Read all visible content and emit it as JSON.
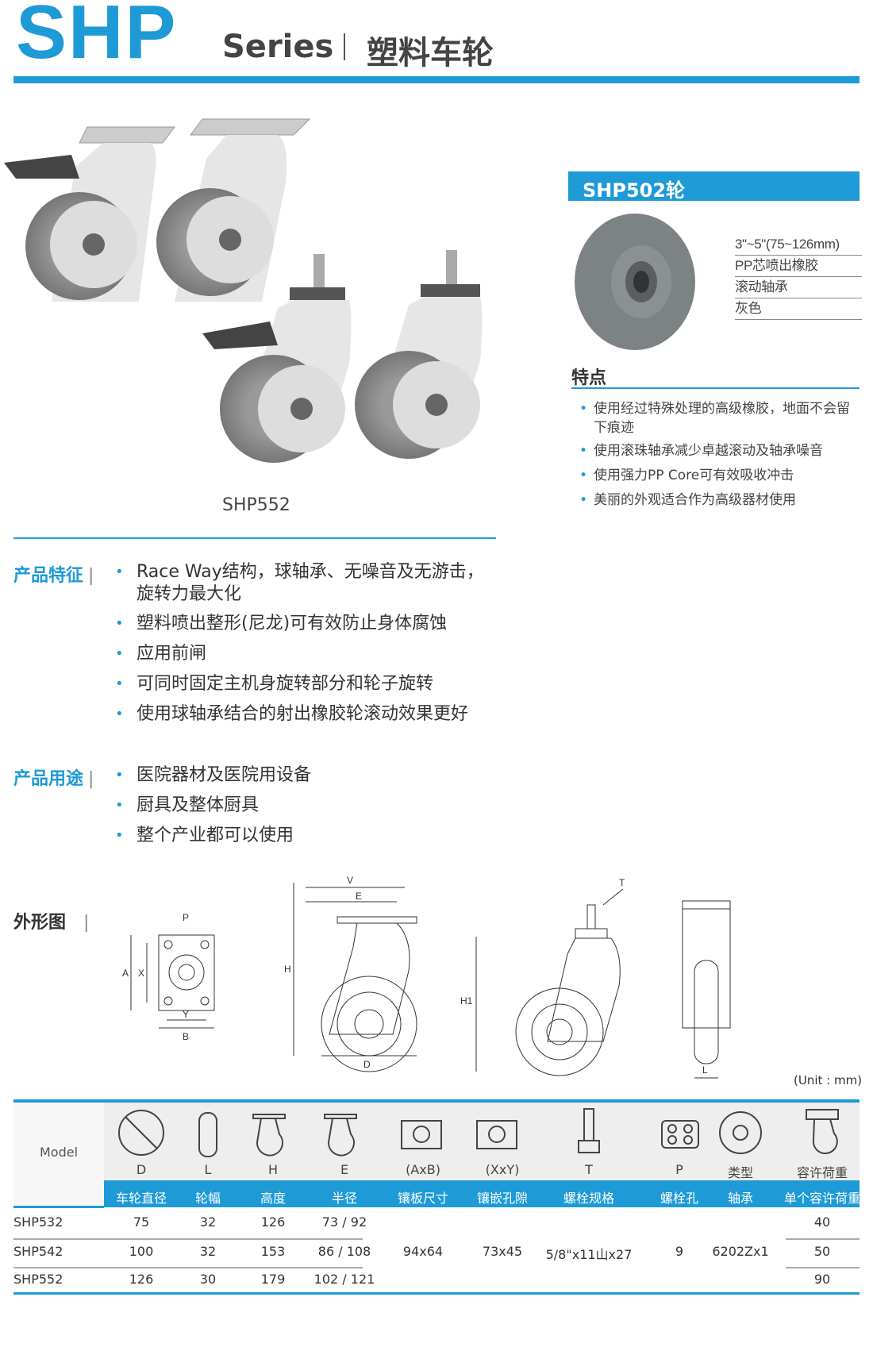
{
  "header": {
    "brand": "SHP",
    "series": "Series",
    "title": "塑料车轮"
  },
  "product": {
    "caption": "SHP552"
  },
  "wheel": {
    "title": "SHP502轮",
    "specs": [
      "3\"~5\"(75~126mm)",
      "PP芯喷出橡胶",
      "滚动轴承",
      "灰色"
    ],
    "features_title": "特点",
    "features": [
      "使用经过特殊处理的高级橡胶，地面不会留下痕迹",
      "使用滚珠轴承减少卓越滚动及轴承噪音",
      "使用强力PP Core可有效吸收冲击",
      "美丽的外观适合作为高级器材使用"
    ]
  },
  "characteristics": {
    "title": "产品特征",
    "items": [
      "Race Way结构，球轴承、无噪音及无游击，旋转力最大化",
      "塑料喷出整形(尼龙)可有效防止身体腐蚀",
      "应用前闸",
      "可同时固定主机身旋转部分和轮子旋转",
      "使用球轴承结合的射出橡胶轮滚动效果更好"
    ]
  },
  "usage": {
    "title": "产品用途",
    "items": [
      "医院器材及医院用设备",
      "厨具及整体厨具",
      "整个产业都可以使用"
    ]
  },
  "drawing": {
    "title": "外形图",
    "labels": {
      "P": "P",
      "A": "A",
      "X": "X",
      "Y": "Y",
      "B": "B",
      "V": "V",
      "E": "E",
      "H": "H",
      "D": "D",
      "T": "T",
      "H1": "H1",
      "L": "L"
    }
  },
  "unit": "(Unit : mm)",
  "table": {
    "model_label": "Model",
    "icon_labels": [
      "D",
      "L",
      "H",
      "E",
      "(AxB)",
      "(XxY)",
      "T",
      "P",
      "类型",
      "容许荷重"
    ],
    "headers": [
      "车轮直径",
      "轮幅",
      "高度",
      "半径",
      "镶板尺寸",
      "镶嵌孔隙",
      "螺栓规格",
      "螺栓孔",
      "轴承",
      "单个容许荷重"
    ],
    "rows": [
      {
        "model": "SHP532",
        "D": "75",
        "L": "32",
        "H": "126",
        "E": "73 / 92",
        "load": "40"
      },
      {
        "model": "SHP542",
        "D": "100",
        "L": "32",
        "H": "153",
        "E": "86 / 108",
        "load": "50"
      },
      {
        "model": "SHP552",
        "D": "126",
        "L": "30",
        "H": "179",
        "E": "102 / 121",
        "load": "90"
      }
    ],
    "shared": {
      "AxB": "94x64",
      "XxY": "73x45",
      "T": "5/8\"x11山x27",
      "P": "9",
      "bearing": "6202Zx1"
    }
  }
}
